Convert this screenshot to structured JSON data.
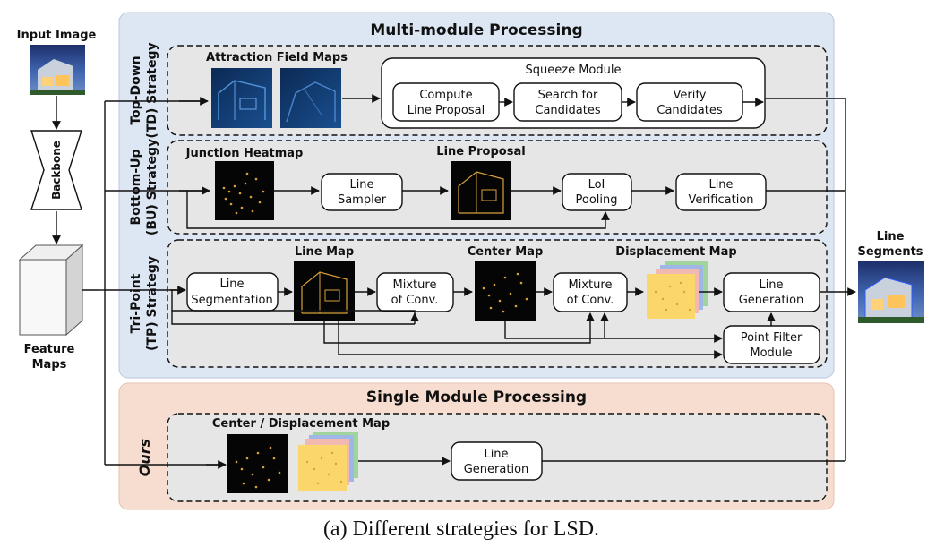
{
  "caption": "(a) Different strategies for LSD.",
  "input": {
    "title": "Input Image"
  },
  "backbone": {
    "label": "Backbone"
  },
  "feature": {
    "line1": "Feature",
    "line2": "Maps"
  },
  "output": {
    "line1": "Line",
    "line2": "Segments"
  },
  "multi": {
    "title": "Multi-module Processing",
    "td": {
      "label1": "Top-Down",
      "label2": "(TD) Strategy",
      "afm_title": "Attraction Field Maps",
      "squeeze_title": "Squeeze Module",
      "steps": [
        {
          "l1": "Compute",
          "l2": "Line Proposal"
        },
        {
          "l1": "Search for",
          "l2": "Candidates"
        },
        {
          "l1": "Verify",
          "l2": "Candidates"
        }
      ]
    },
    "bu": {
      "label1": "Bottom-Up",
      "label2": "(BU) Strategy",
      "junction_title": "Junction Heatmap",
      "proposal_title": "Line Proposal",
      "sampler": {
        "l1": "Line",
        "l2": "Sampler"
      },
      "loi": {
        "l1": "LoI",
        "l2": "Pooling"
      },
      "verify": {
        "l1": "Line",
        "l2": "Verification"
      }
    },
    "tp": {
      "label1": "Tri-Point",
      "label2": "(TP) Strategy",
      "seg": {
        "l1": "Line",
        "l2": "Segmentation"
      },
      "linemap_title": "Line Map",
      "mix1": {
        "l1": "Mixture",
        "l2": "of Conv."
      },
      "center_title": "Center Map",
      "mix2": {
        "l1": "Mixture",
        "l2": "of Conv."
      },
      "disp_title": "Displacement Map",
      "gen": {
        "l1": "Line",
        "l2": "Generation"
      },
      "filter": {
        "l1": "Point Filter",
        "l2": "Module"
      }
    }
  },
  "single": {
    "title": "Single Module Processing",
    "ours_label": "Ours",
    "map_title": "Center / Displacement Map",
    "gen": {
      "l1": "Line",
      "l2": "Generation"
    }
  },
  "colors": {
    "multi_panel": "#dde6f3",
    "single_panel": "#f7ddd0",
    "inner_panel": "#e6e6e6",
    "node": "#ffffff",
    "dots": "#d8a13a",
    "disp_yellow": "#fbd66a",
    "disp_green": "#9fd59c",
    "disp_blue": "#9eb7e6",
    "disp_pink": "#f2b9b0"
  }
}
